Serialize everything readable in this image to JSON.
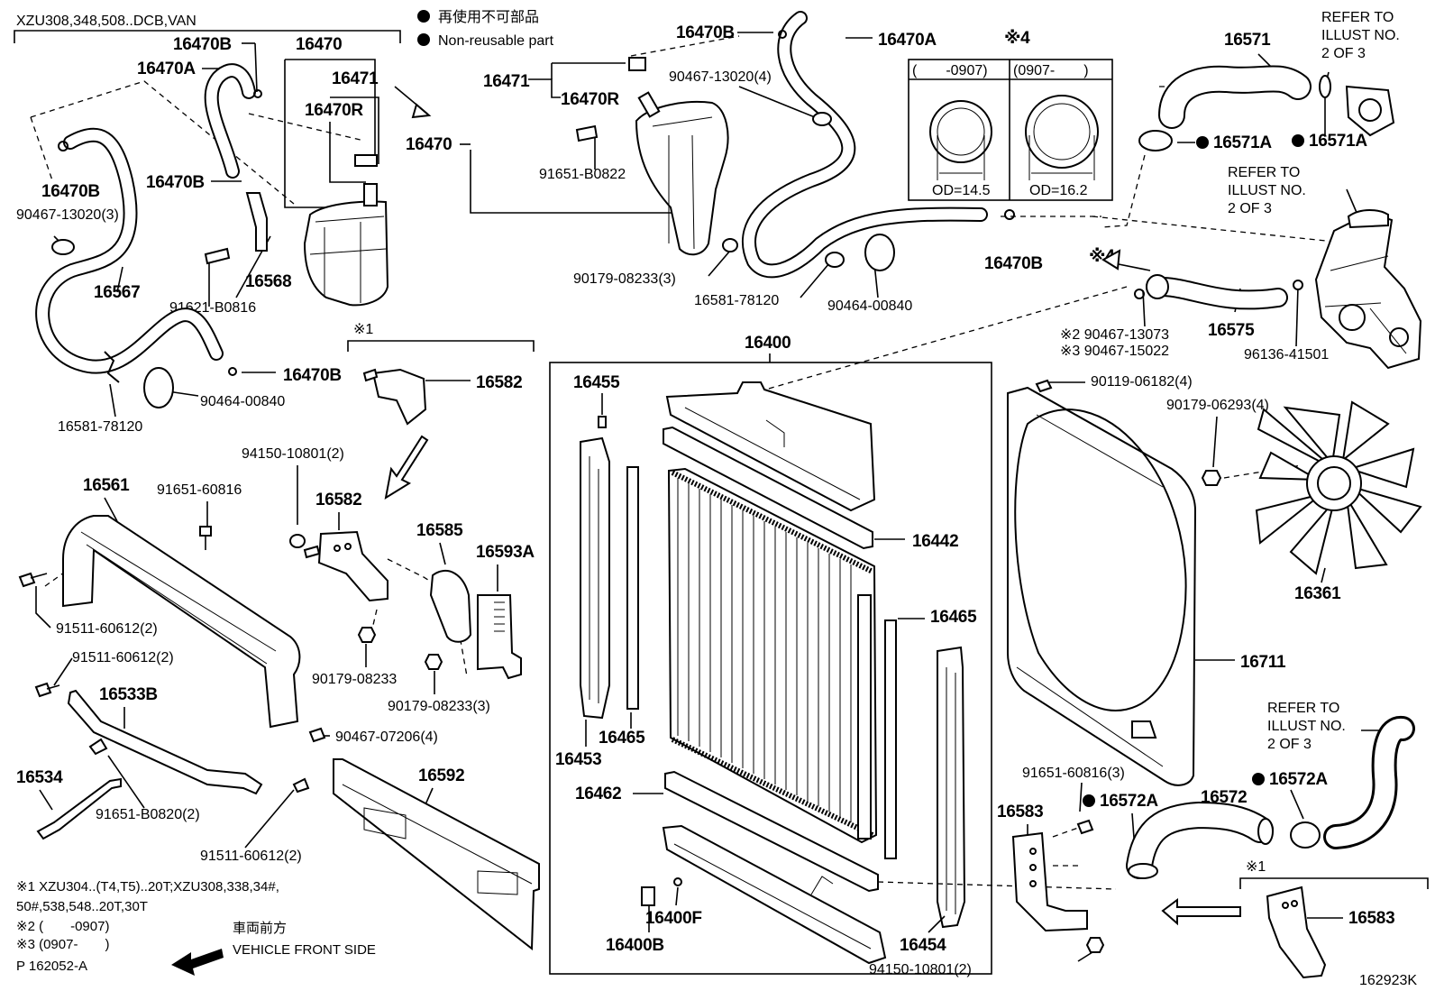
{
  "header": {
    "model_code": "XZU308,348,508..DCB,VAN",
    "legend_jp": "再使用不可部品",
    "legend_en": "Non-reusable part"
  },
  "labels": {
    "l16470B_a": "16470B",
    "l16470_a": "16470",
    "l16470A_a": "16470A",
    "l16471_a": "16471",
    "l16470R_a": "16470R",
    "l16470B_b": "16470B",
    "l16470B_c": "16470B",
    "l90467_13020_3": "90467-13020(3)",
    "l16568": "16568",
    "l91621_B0816": "91621-B0816",
    "l16567": "16567",
    "l16470B_d": "16470B",
    "l90464_00840_a": "90464-00840",
    "l16581_78120_a": "16581-78120",
    "l16470B_e": "16470B",
    "l16470A_b": "16470A",
    "l16471_b": "16471",
    "l16470R_b": "16470R",
    "l16470_b": "16470",
    "l90467_13020_4": "90467-13020(4)",
    "l91651_B0822": "91651-B0822",
    "l90179_08233_3a": "90179-08233(3)",
    "l16581_78120_b": "16581-78120",
    "l90464_00840_b": "90464-00840",
    "l16470B_f": "16470B",
    "x4_top": "※4",
    "od_left_range": "(　　-0907)",
    "od_right_range": "(0907-　　)",
    "od_left": "OD=14.5",
    "od_right": "OD=16.2",
    "l16571": "16571",
    "l16571A_a": "16571A",
    "l16571A_b": "16571A",
    "refer1": "REFER TO",
    "refer1b": "ILLUST NO.",
    "refer1c": "2 OF 3",
    "refer2": "REFER TO",
    "refer2b": "ILLUST NO.",
    "refer2c": "2 OF 3",
    "refer3": "REFER TO",
    "refer3b": "ILLUST NO.",
    "refer3c": "2 OF 3",
    "x4_arrow": "※4",
    "l16575": "16575",
    "l90467_13073": "※2 90467-13073",
    "l90467_15022": "※3 90467-15022",
    "l96136_41501": "96136-41501",
    "x1_a": "※1",
    "l16582_a": "16582",
    "l94150_10801_2a": "94150-10801(2)",
    "l16582_b": "16582",
    "l16585": "16585",
    "l16593A": "16593A",
    "l16561": "16561",
    "l91651_60816": "91651-60816",
    "l91511_60612_2a": "91511-60612(2)",
    "l91511_60612_2b": "91511-60612(2)",
    "l90179_08233": "90179-08233",
    "l90179_08233_3b": "90179-08233(3)",
    "l16533B": "16533B",
    "l90467_07206_4": "90467-07206(4)",
    "l16534": "16534",
    "l91651_B0820_2": "91651-B0820(2)",
    "l91511_60612_2c": "91511-60612(2)",
    "l16592": "16592",
    "l16400": "16400",
    "l16455": "16455",
    "l16442": "16442",
    "l16465_a": "16465",
    "l16465_b": "16465",
    "l16453": "16453",
    "l16462": "16462",
    "l16400F": "16400F",
    "l16400B": "16400B",
    "l16454": "16454",
    "l90119_06182_4": "90119-06182(4)",
    "l90179_06293_4": "90179-06293(4)",
    "l16361": "16361",
    "l16711": "16711",
    "l91651_60816_3": "91651-60816(3)",
    "l16583_a": "16583",
    "l16572A_a": "16572A",
    "l16572": "16572",
    "l16572A_b": "16572A",
    "x1_b": "※1",
    "l16583_b": "16583",
    "l94150_10801_2b": "94150-10801(2)",
    "foot_code": "162923K"
  },
  "notes": {
    "n1": "※1 XZU304..(T4,T5)..20T;XZU308,338,34#,",
    "n1b": "50#,538,548..20T,30T",
    "n2": "※2 (　　-0907)",
    "n3": "※3 (0907-　　)",
    "front_jp": "車両前方",
    "front_en": "VEHICLE FRONT SIDE",
    "page_ref": "P 162052-A"
  },
  "colors": {
    "ink": "#000000",
    "paper": "#ffffff"
  }
}
